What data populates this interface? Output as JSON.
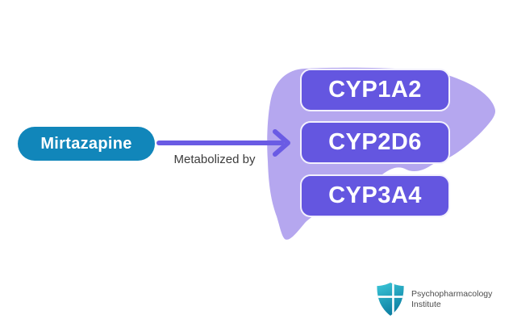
{
  "diagram": {
    "drug_label": "Mirtazapine",
    "arrow_label": "Metabolized by",
    "enzymes": [
      {
        "label": "CYP1A2"
      },
      {
        "label": "CYP2D6"
      },
      {
        "label": "CYP3A4"
      }
    ]
  },
  "branding": {
    "name_line1": "Psychopharmacology",
    "name_line2": "Institute"
  },
  "colors": {
    "drug_pill": "#1186ba",
    "arrow": "#6a5be4",
    "enzyme_box": "#6456e0",
    "enzyme_border": "#f2f0fd",
    "liver": "#b5a7ef",
    "label_text": "#3c3c3c",
    "branding_text": "#4d4d4d",
    "logo_teal_light": "#3cc7d8",
    "logo_teal_dark": "#0d80a3",
    "background": "#ffffff"
  }
}
